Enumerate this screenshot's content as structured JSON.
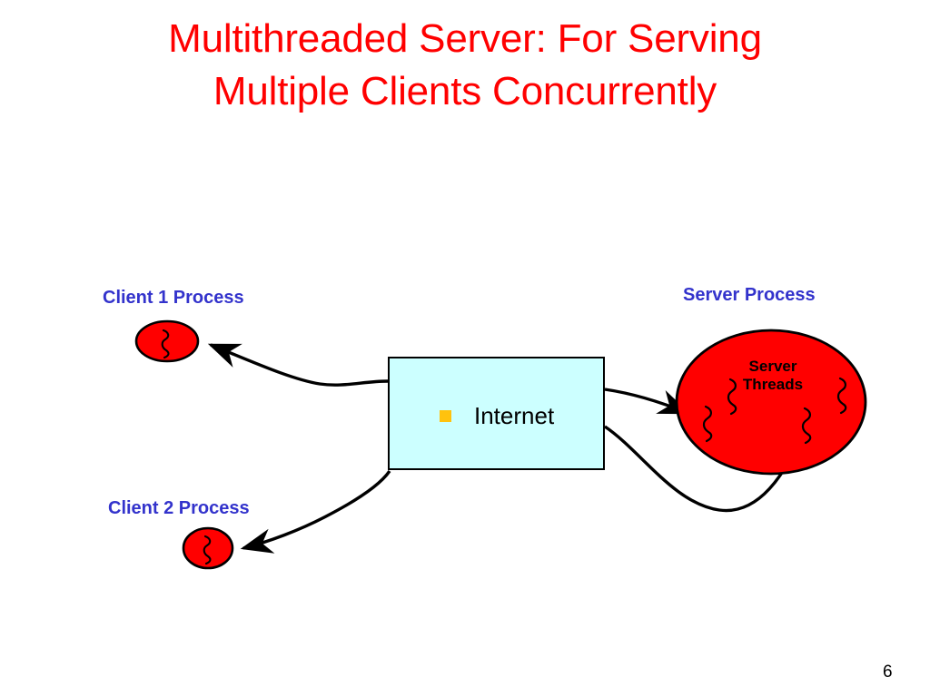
{
  "slide": {
    "title": "Multithreaded Server: For Serving Multiple Clients Concurrently",
    "title_line1": "Multithreaded Server: For Serving",
    "title_line2": "Multiple Clients Concurrently",
    "title_color": "#ff0000",
    "background_color": "#ffffff",
    "page_number": "6"
  },
  "diagram": {
    "type": "network-architecture",
    "nodes": [
      {
        "id": "client1",
        "label": "Client 1 Process",
        "label_color": "#3333cc",
        "shape": "ellipse",
        "fill": "#ff0000",
        "stroke": "#000000",
        "threads": 1,
        "thread_glyph": "squiggle"
      },
      {
        "id": "client2",
        "label": "Client 2 Process",
        "label_color": "#3333cc",
        "shape": "ellipse",
        "fill": "#ff0000",
        "stroke": "#000000",
        "threads": 1,
        "thread_glyph": "squiggle"
      },
      {
        "id": "internet",
        "label": "Internet",
        "bullet": "square-bullet",
        "bullet_color": "#ffc20e",
        "shape": "rectangle",
        "fill": "#ccffff",
        "stroke": "#000000",
        "text_color": "#000000"
      },
      {
        "id": "server",
        "label": "Server Process",
        "label_color": "#3333cc",
        "inner_label_line1": "Server",
        "inner_label_line2": "Threads",
        "inner_label_color": "#000000",
        "shape": "ellipse",
        "fill": "#ff0000",
        "stroke": "#000000",
        "threads": 4,
        "thread_glyph": "squiggle"
      }
    ],
    "edges": [
      {
        "from": "internet",
        "to": "client1",
        "style": "curved-arrow",
        "color": "#000000"
      },
      {
        "from": "internet",
        "to": "client2",
        "style": "curved-arrow",
        "color": "#000000"
      },
      {
        "from": "internet",
        "to": "server-thread-1",
        "style": "curved-arrow",
        "color": "#000000"
      },
      {
        "from": "internet",
        "to": "server-thread-2",
        "style": "curved-arrow",
        "color": "#000000"
      }
    ]
  }
}
